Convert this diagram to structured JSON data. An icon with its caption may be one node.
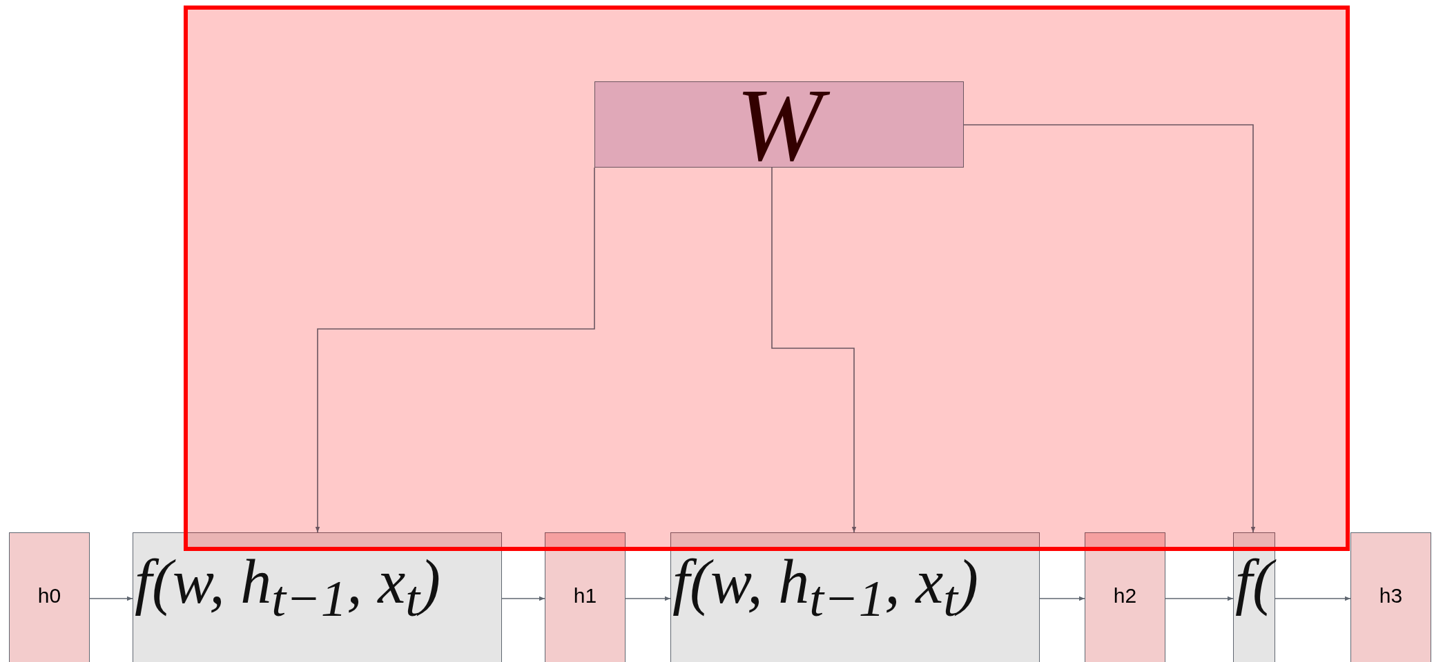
{
  "diagram": {
    "nodes": [
      {
        "text": [],
        "shape": "box"
      },
      {
        "text": [
          "W"
        ],
        "in": 0
      },
      {
        "text": [
          "h0"
        ]
      },
      {
        "text": [
          "f(w, h$_{t−1}$, x$_{t}$)"
        ]
      },
      {
        "text": [
          "h1"
        ]
      },
      {
        "text": [
          "f(w, h$_{t−1}$, x$_{t}$)"
        ]
      },
      {
        "text": [
          "h2"
        ]
      },
      {
        "text": [
          "f("
        ]
      },
      {
        "text": [
          "h3"
        ]
      }
    ],
    "edges": [
      {
        "from": 2,
        "to": 3,
        "arrow": "to"
      },
      {
        "from": 3,
        "to": 4,
        "arrow": "to"
      },
      {
        "from": 4,
        "to": 5,
        "arrow": "to"
      },
      {
        "from": 5,
        "to": 6,
        "arrow": "to"
      },
      {
        "from": 6,
        "to": 7,
        "arrow": "to"
      },
      {
        "from": 7,
        "to": 8,
        "arrow": "to"
      },
      {
        "from": 1,
        "to": 3,
        "arrow": "to",
        "color": "#6b5560"
      },
      {
        "from": 1,
        "to": 5,
        "arrow": "to",
        "color": "#6b5560"
      },
      {
        "from": 1,
        "to": 7,
        "arrow": "to",
        "color": "#6b5560"
      }
    ]
  }
}
